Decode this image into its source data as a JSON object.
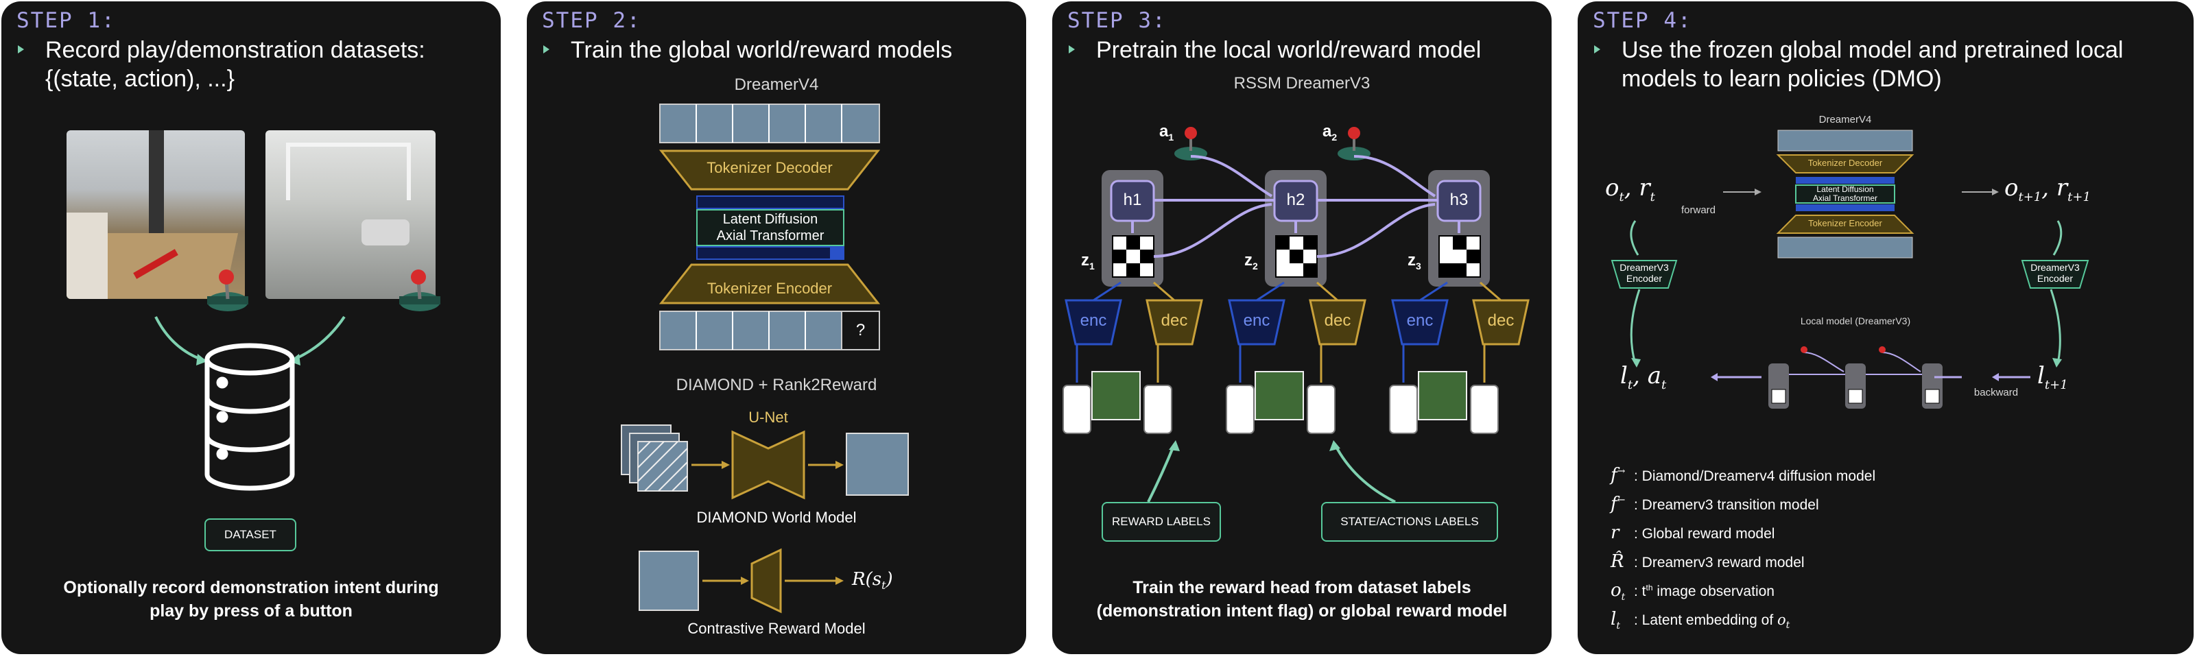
{
  "panels": [
    {
      "step": "STEP 1:",
      "heading": [
        "Record play/demonstration datasets:",
        "{(state, action), ...}"
      ],
      "dataset_label": "DATASET",
      "caption": [
        "Optionally record demonstration intent during",
        "play by press of a button"
      ]
    },
    {
      "step": "STEP 2:",
      "heading": [
        "Train the global world/reward models"
      ],
      "dreamer_label": "DreamerV4",
      "tokenizer_decoder": "Tokenizer Decoder",
      "latent_diffusion": [
        "Latent Diffusion",
        "Axial Transformer"
      ],
      "tokenizer_encoder": "Tokenizer Encoder",
      "unknown_frame": "?",
      "diamond_title": "DIAMOND + Rank2Reward",
      "unet_label": "U-Net",
      "diamond_caption": "DIAMOND World Model",
      "reward_output": "R(s",
      "reward_output_sub": "t",
      "contrastive_caption": "Contrastive Reward Model"
    },
    {
      "step": "STEP 3:",
      "heading": [
        "Pretrain the local world/reward model"
      ],
      "rssm_label": "RSSM DreamerV3",
      "hidden_states": [
        "h1",
        "h2",
        "h3"
      ],
      "action_labels": [
        "a",
        "a"
      ],
      "action_subs": [
        "1",
        "2"
      ],
      "latent_labels": [
        "z",
        "z",
        "z"
      ],
      "latent_subs": [
        "1",
        "2",
        "3"
      ],
      "enc_label": "enc",
      "dec_label": "dec",
      "reward_labels_box": "REWARD LABELS",
      "state_labels_box": "STATE/ACTIONS LABELS",
      "caption": [
        "Train the reward head from dataset labels",
        "(demonstration intent flag) or global reward model"
      ]
    },
    {
      "step": "STEP 4:",
      "heading": [
        "Use the frozen global model and pretrained local",
        "models to learn policies (DMO)"
      ],
      "dreamer_label": "DreamerV4",
      "tokenizer_decoder": "Tokenizer Decoder",
      "latent_diffusion": [
        "Latent Diffusion",
        "Axial Transformer"
      ],
      "tokenizer_encoder": "Tokenizer Encoder",
      "forward_label": "forward",
      "backward_label": "backward",
      "encoder_label": [
        "DreamerV3",
        "Encoder"
      ],
      "local_model_label": "Local model (DreamerV3)",
      "legend": [
        {
          "symbol": "f",
          "sup": "→",
          "text": ": Diamond/Dreamerv4 diffusion model"
        },
        {
          "symbol": "f",
          "sup": "←",
          "text": ": Dreamerv3 transition model"
        },
        {
          "symbol": "r",
          "sup": "",
          "text": ": Global reward model"
        },
        {
          "symbol": "R̂",
          "sup": "",
          "text": ": Dreamerv3 reward model"
        },
        {
          "symbol": "o",
          "sub": "t",
          "text": ": t",
          "text_sup": "th",
          "text_after": " image observation"
        },
        {
          "symbol": "l",
          "sub": "t",
          "text": ": Latent embedding of ",
          "text_math": "o",
          "text_math_sub": "t"
        }
      ]
    }
  ],
  "colors": {
    "panel_bg": "#151515",
    "accent_purple": "#a9a3e6",
    "accent_green": "#57c99b",
    "accent_gold": "#c9a13a",
    "accent_blue": "#2a52c9"
  }
}
